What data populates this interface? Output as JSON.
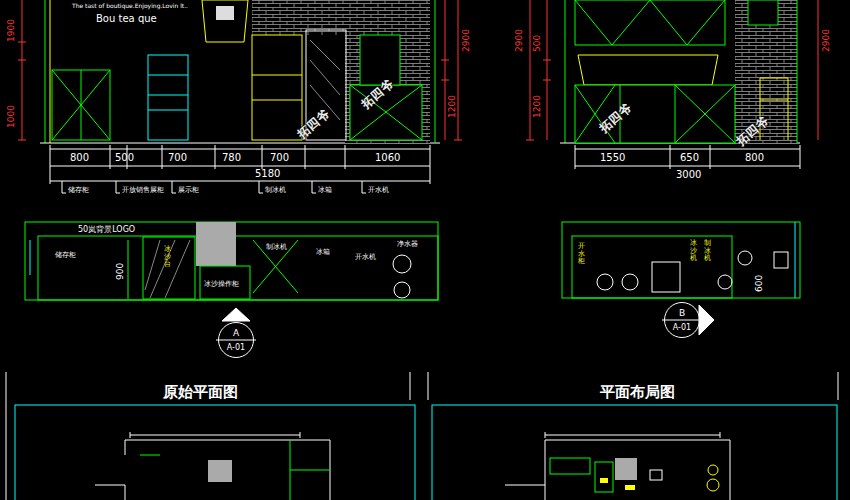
{
  "diagram": {
    "nodes": [
      {
        "text": [
          "储存柜"
        ]
      },
      {
        "text": [
          "制冰机"
        ]
      },
      {
        "text": [
          "冰箱"
        ]
      },
      {
        "text": [
          "开水机"
        ]
      },
      {
        "text": [
          "净水器"
        ]
      },
      {
        "text": [
          "A",
          "A-01"
        ]
      },
      {
        "text": [
          "B",
          "A-01"
        ]
      }
    ],
    "labels": [
      "The tast of boutique.Enjoying.Lovin lt..",
      "Bou tea que",
      "1900",
      "1000",
      "2900",
      "1200",
      "800",
      "500",
      "700",
      "780",
      "700",
      "1060",
      "5180",
      "储存柜",
      "开放销售展柜",
      "展示柜",
      "制冰机",
      "冰箱",
      "开水机",
      "2900",
      "500",
      "1200",
      "2900",
      "1550",
      "650",
      "800",
      "3000",
      "50岚背景LOGO",
      "900",
      "冰沙台",
      "冰沙操作柜",
      "开水柜",
      "冰沙机",
      "制冰机",
      "600",
      "原始平面图",
      "平面布局图",
      "拓四爷",
      "拓四爷",
      "拓四爷",
      "拓四爷"
    ]
  }
}
